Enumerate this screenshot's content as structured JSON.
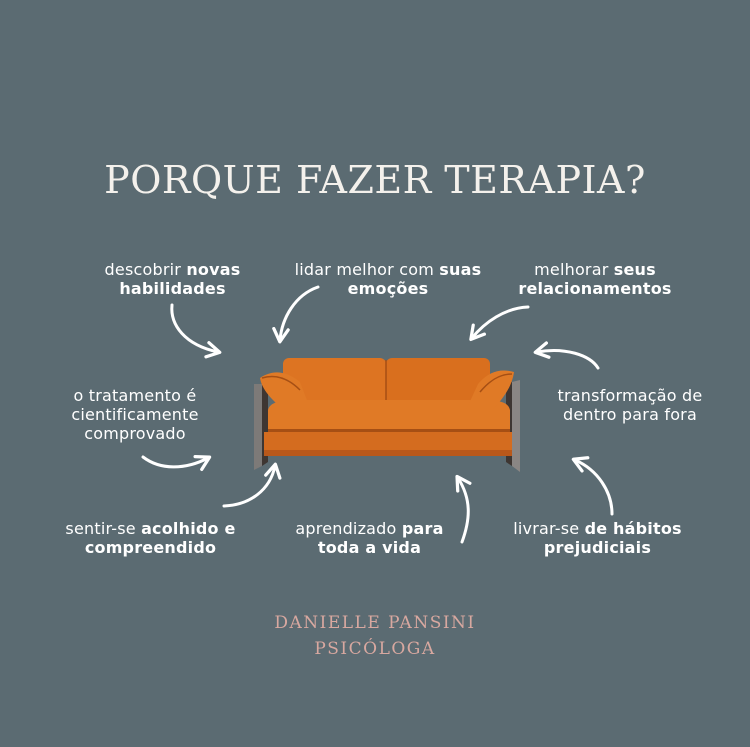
{
  "title": "PORQUE FAZER TERAPIA?",
  "benefits": [
    {
      "plain": "descobrir ",
      "bold": "novas habilidades"
    },
    {
      "plain": "lidar melhor com ",
      "bold": "suas emoções"
    },
    {
      "plain": "melhorar ",
      "bold": "seus relacionamentos"
    },
    {
      "plain": "o tratamento é cientificamente comprovado",
      "bold": ""
    },
    {
      "plain": "transformação  de dentro para fora",
      "bold": ""
    },
    {
      "plain": "sentir-se ",
      "bold": "acolhido e compreendido"
    },
    {
      "plain": "aprendizado ",
      "bold": "para toda a vida"
    },
    {
      "plain": "livrar-se  ",
      "bold": "de hábitos prejudiciais"
    }
  ],
  "footer": {
    "name": "DANIELLE PANSINI",
    "role": "PSICÓLOGA"
  },
  "colors": {
    "background": "#5b6b72",
    "sofa": "#dd7422",
    "sofa_dark": "#b9581a",
    "frame": "#7d7a78",
    "footer_text": "#d8a8a0"
  }
}
